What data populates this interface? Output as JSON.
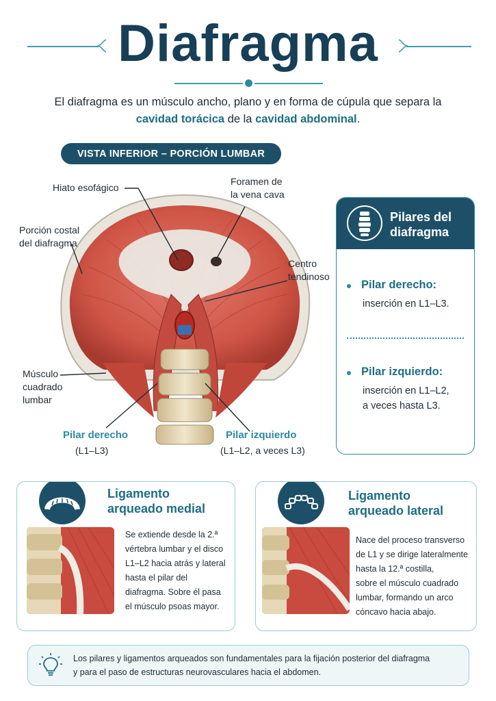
{
  "title": "Diafragma",
  "intro": {
    "text_before": "El diafragma es un músculo ancho, plano y en forma de cúpula que separa la ",
    "highlight_1": "cavidad torácica",
    "text_middle": " de la ",
    "highlight_2": "cavidad abdominal",
    "text_after": "."
  },
  "view_badge": "VISTA INFERIOR – PORCIÓN LUMBAR",
  "labels": {
    "hiato": "Hiato esofágico",
    "foramen_1": "Foramen de",
    "foramen_2": "la vena cava",
    "costal_1": "Porción costal",
    "costal_2": "del diafragma",
    "centro_1": "Centro",
    "centro_2": "tendinoso",
    "cuadrado_1": "Músculo",
    "cuadrado_2": "cuadrado",
    "cuadrado_3": "lumbar",
    "pilar_der": "Pilar derecho",
    "pilar_der_sub": "(L1–L3)",
    "pilar_izq": "Pilar izquierdo",
    "pilar_izq_sub": "(L1–L2, a veces L3)"
  },
  "pillars_card": {
    "title_1": "Pilares del",
    "title_2": "diafragma",
    "icon": "spine-icon",
    "right_title": "Pilar derecho:",
    "right_text": "inserción en L1–L3.",
    "left_title": "Pilar izquierdo:",
    "left_text_1": "inserción en L1–L2,",
    "left_text_2": "a veces hasta L3."
  },
  "lig_medial": {
    "title_1": "Ligamento",
    "title_2": "arqueado medial",
    "icon": "arch-icon",
    "lines": [
      "Se extiende desde la 2.ª",
      "vértebra lumbar y el disco",
      "L1–L2 hacia atrás y lateral",
      "hasta el pilar del",
      "diafragma. Sobre él pasa",
      "el músculo psoas mayor."
    ]
  },
  "lig_lateral": {
    "title_1": "Ligamento",
    "title_2": "arqueado lateral",
    "icon": "arch-outline-icon",
    "lines": [
      "Nace del proceso transverso",
      "de L1 y se dirige lateralmente",
      "hasta la 12.ª costilla,",
      "sobre el músculo cuadrado",
      "lumbar, formando un arco",
      "cóncavo hacia abajo."
    ]
  },
  "footer": {
    "icon": "lightbulb-icon",
    "line_1": "Los pilares y ligamentos arqueados son fundamentales para la fijación posterior del diafragma",
    "line_2": "y para el paso de estructuras neurovasculares hacia el abdomen."
  },
  "colors": {
    "navy": "#173f56",
    "teal_dark": "#1d5068",
    "teal": "#2a8ba0",
    "muscle": "#c94a3f",
    "tendon": "#e6e6e2",
    "bone": "#e8dcc0"
  }
}
